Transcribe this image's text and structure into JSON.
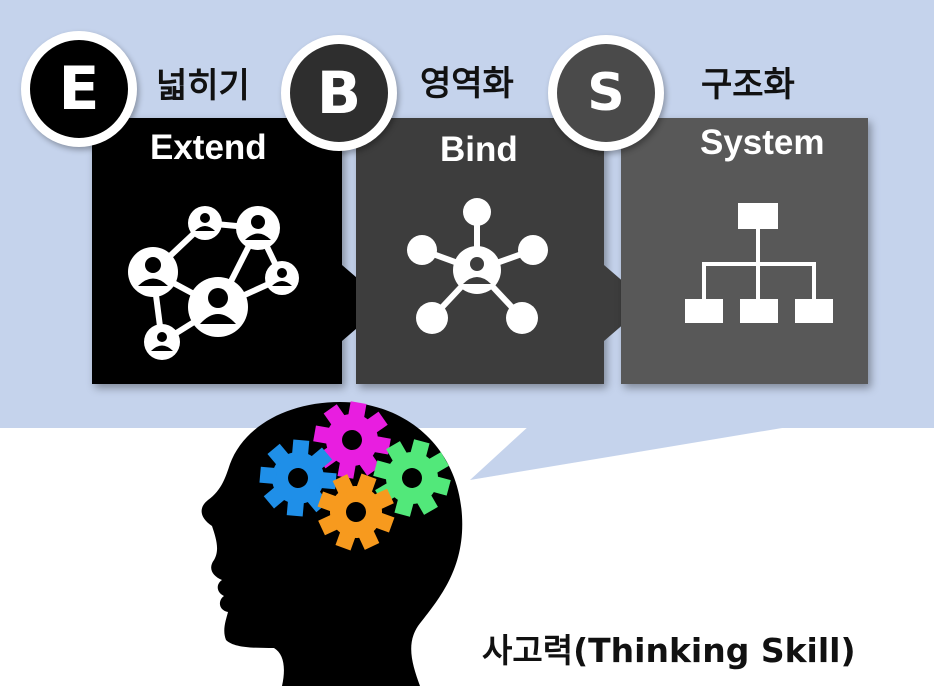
{
  "steps": [
    {
      "letter": "E",
      "korean": "넓히기",
      "english": "Extend"
    },
    {
      "letter": "B",
      "korean": "영역화",
      "english": "Bind"
    },
    {
      "letter": "S",
      "korean": "구조화",
      "english": "System"
    }
  ],
  "caption": "사고력(Thinking Skill)",
  "colors": {
    "background_band": "#c5d3ec",
    "card_extend": "#000000",
    "card_bind": "#3d3d3d",
    "card_system": "#585858",
    "gear_magenta": "#e81ee0",
    "gear_blue": "#1f8fe8",
    "gear_green": "#52e87a",
    "gear_orange": "#f79a1e"
  },
  "icons": [
    "people-network-icon",
    "hub-network-icon",
    "org-chart-icon",
    "head-gears-icon"
  ]
}
